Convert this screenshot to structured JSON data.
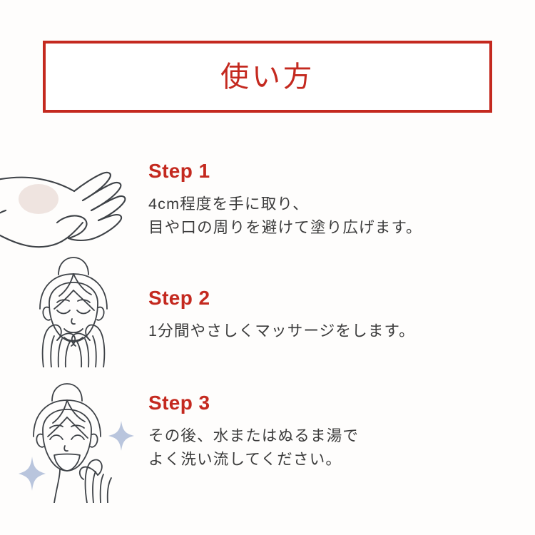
{
  "theme": {
    "accent_red": "#C4291F",
    "body_text": "#3B3B3B",
    "line_art": "#3E4247",
    "cream_blob": "#EFE4E0",
    "sparkle": "#B9C5DD",
    "background": "#FEFDFC"
  },
  "header": {
    "title": "使い方"
  },
  "steps": [
    {
      "heading": "Step 1",
      "body_line_1": "4cm程度を手に取り、",
      "body_line_2": "目や口の周りを避けて塗り広げます。",
      "illustration": "open-palm-with-cream"
    },
    {
      "heading": "Step 2",
      "body_line_1": "1分間やさしくマッサージをします。",
      "body_line_2": "",
      "illustration": "woman-massaging-face-two-hands"
    },
    {
      "heading": "Step 3",
      "body_line_1": "その後、水またはぬるま湯で",
      "body_line_2": "よく洗い流してください。",
      "illustration": "woman-smiling-with-sparkles"
    }
  ]
}
